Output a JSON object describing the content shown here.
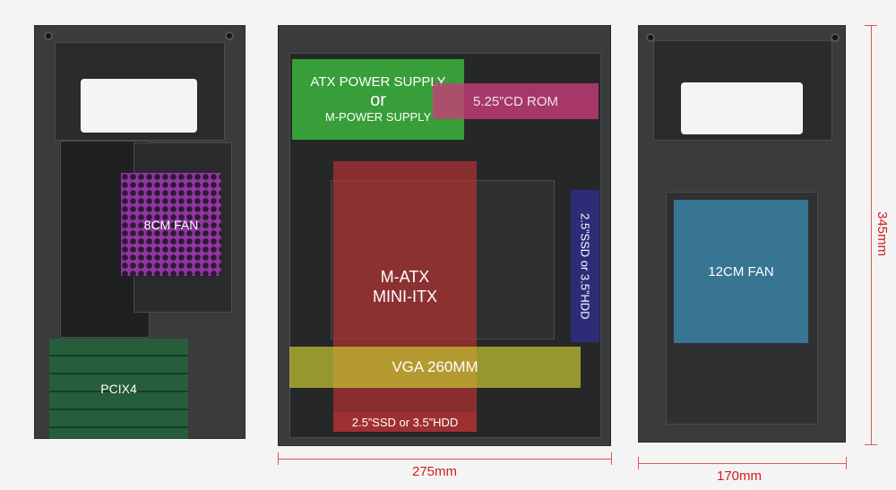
{
  "labels": {
    "fan_80": "8CM FAN",
    "pci": "PCIX4",
    "psu_line1": "ATX POWER SUPPLY",
    "psu_line2": "or",
    "psu_line3": "M-POWER SUPPLY",
    "cdrom": "5.25”CD ROM",
    "mb_line1": "M-ATX",
    "mb_line2": "MINI-ITX",
    "ssd_side": "2.5”SSD or 3.5”HDD",
    "vga": "VGA 260MM",
    "ssd_bottom": "2.5”SSD or 3.5”HDD",
    "fan_120": "12CM FAN"
  },
  "dimensions": {
    "depth": "275mm",
    "width": "170mm",
    "height": "345mm"
  },
  "colors": {
    "fan_80": "#b43cc8",
    "pci": "#1e6e3a",
    "psu": "#3cb43c",
    "cdrom": "#c83c78",
    "motherboard": "#b43232",
    "ssd_side": "#2d2d82",
    "vga": "#c8c832",
    "ssd_bottom": "#b43232",
    "fan_120": "#3c8cb4",
    "dimension": "#d21d1d"
  }
}
